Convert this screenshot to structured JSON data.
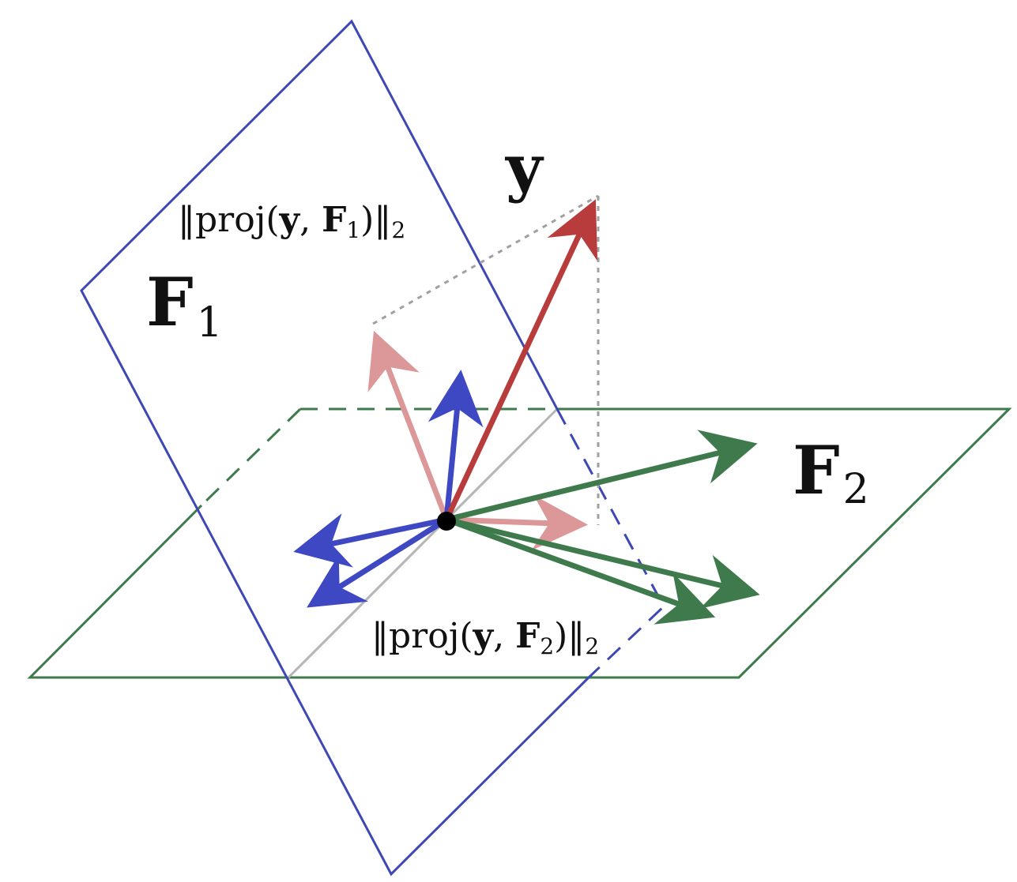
{
  "colors": {
    "plane_f1": "#3d48b5",
    "plane_f2": "#3e7a4c",
    "vector_y": "#b83c3c",
    "vector_proj": "#dc9898",
    "vector_f1": "#3d48c2",
    "vector_f2": "#3e7a4c",
    "projection_lines": "#a0a0a0",
    "intersection_line": "#b5b5b5",
    "origin": "#000000"
  },
  "labels": {
    "y": "y",
    "f1_main": "F",
    "f1_sub": "1",
    "f2_main": "F",
    "f2_sub": "2",
    "proj1": {
      "norm_open": "‖proj(",
      "vec": "y",
      "sep": ", ",
      "space": "F",
      "space_sub": "1",
      "norm_close": ")‖",
      "norm_sub": "2"
    },
    "proj2": {
      "norm_open": "‖proj(",
      "vec": "y",
      "sep": ", ",
      "space": "F",
      "space_sub": "2",
      "norm_close": ")‖",
      "norm_sub": "2"
    }
  }
}
